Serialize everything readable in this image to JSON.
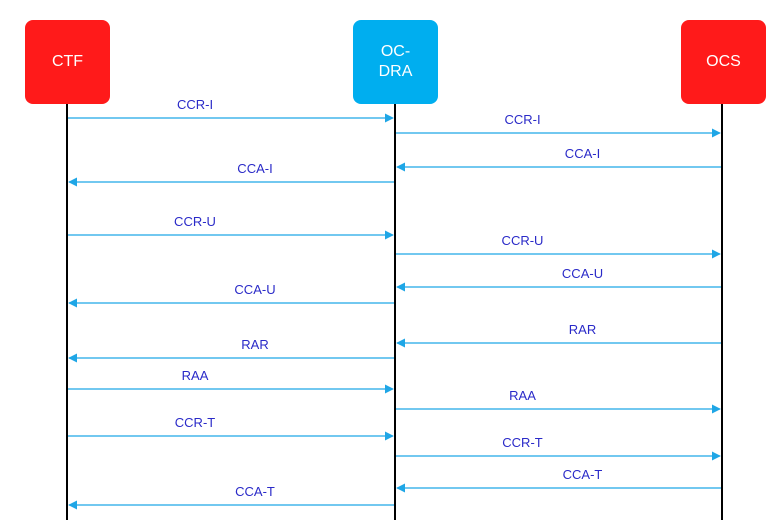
{
  "colors": {
    "red": "#ff1a1a",
    "blue": "#00aeef",
    "arrow": "#1fa6e6",
    "label": "#2a2ac8",
    "lifeline": "#000000"
  },
  "nodes": [
    {
      "id": "ctf",
      "label": "CTF",
      "color": "red"
    },
    {
      "id": "dra",
      "label": "OC-\nDRA",
      "color": "blue"
    },
    {
      "id": "ocs",
      "label": "OCS",
      "color": "red"
    }
  ],
  "messages": [
    {
      "label": "CCR-I",
      "from": "ctf",
      "to": "dra"
    },
    {
      "label": "CCR-I",
      "from": "dra",
      "to": "ocs"
    },
    {
      "label": "CCA-I",
      "from": "ocs",
      "to": "dra"
    },
    {
      "label": "CCA-I",
      "from": "dra",
      "to": "ctf"
    },
    {
      "label": "CCR-U",
      "from": "ctf",
      "to": "dra"
    },
    {
      "label": "CCR-U",
      "from": "dra",
      "to": "ocs"
    },
    {
      "label": "CCA-U",
      "from": "ocs",
      "to": "dra"
    },
    {
      "label": "CCA-U",
      "from": "dra",
      "to": "ctf"
    },
    {
      "label": "RAR",
      "from": "ocs",
      "to": "dra"
    },
    {
      "label": "RAR",
      "from": "dra",
      "to": "ctf"
    },
    {
      "label": "RAA",
      "from": "ctf",
      "to": "dra"
    },
    {
      "label": "RAA",
      "from": "dra",
      "to": "ocs"
    },
    {
      "label": "CCR-T",
      "from": "ctf",
      "to": "dra"
    },
    {
      "label": "CCR-T",
      "from": "dra",
      "to": "ocs"
    },
    {
      "label": "CCA-T",
      "from": "ocs",
      "to": "dra"
    },
    {
      "label": "CCA-T",
      "from": "dra",
      "to": "ctf"
    }
  ]
}
